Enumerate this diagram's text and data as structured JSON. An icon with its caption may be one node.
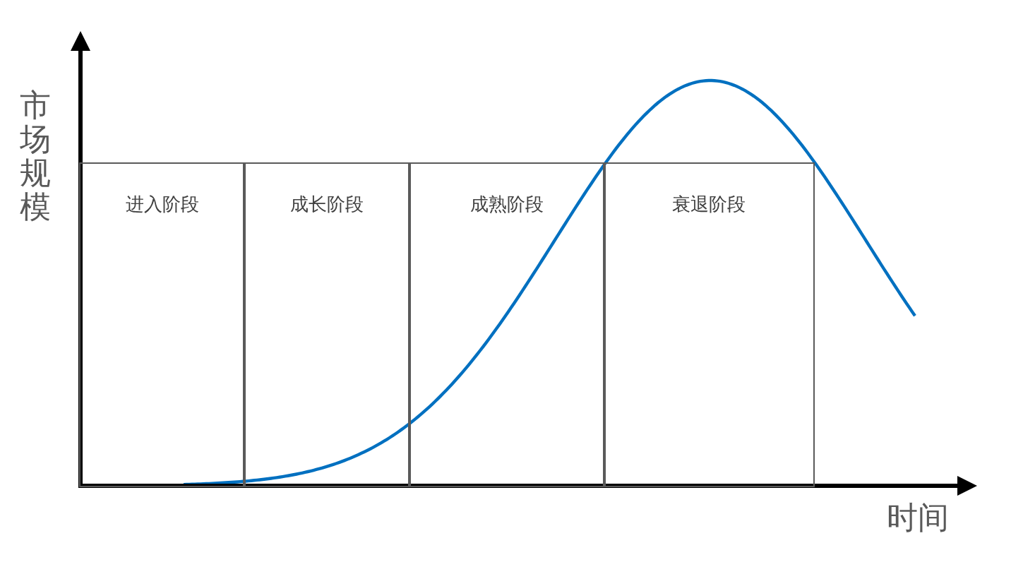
{
  "diagram": {
    "nodes": [
      {
        "text": [
          "进入阶段"
        ]
      },
      {
        "text": [
          "成长阶段"
        ]
      },
      {
        "text": [
          "成熟阶段"
        ]
      },
      {
        "text": [
          "衰退阶段"
        ]
      }
    ],
    "labels": [
      "市场规模",
      "时间"
    ]
  }
}
